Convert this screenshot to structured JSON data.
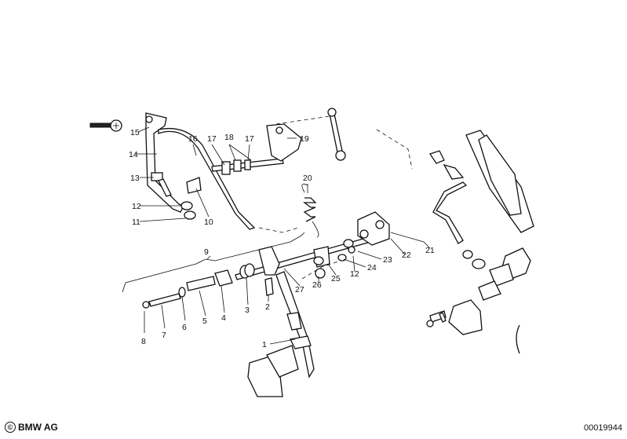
{
  "footer": {
    "copyright_symbol": "©",
    "copyright_text": "BMW AG",
    "diagram_id": "00019944"
  },
  "callouts": [
    "1",
    "2",
    "3",
    "4",
    "5",
    "6",
    "7",
    "8",
    "9",
    "10",
    "11",
    "12",
    "12",
    "13",
    "14",
    "15",
    "16",
    "17",
    "17",
    "18",
    "19",
    "20",
    "21",
    "22",
    "23",
    "24",
    "25",
    "26",
    "27"
  ]
}
